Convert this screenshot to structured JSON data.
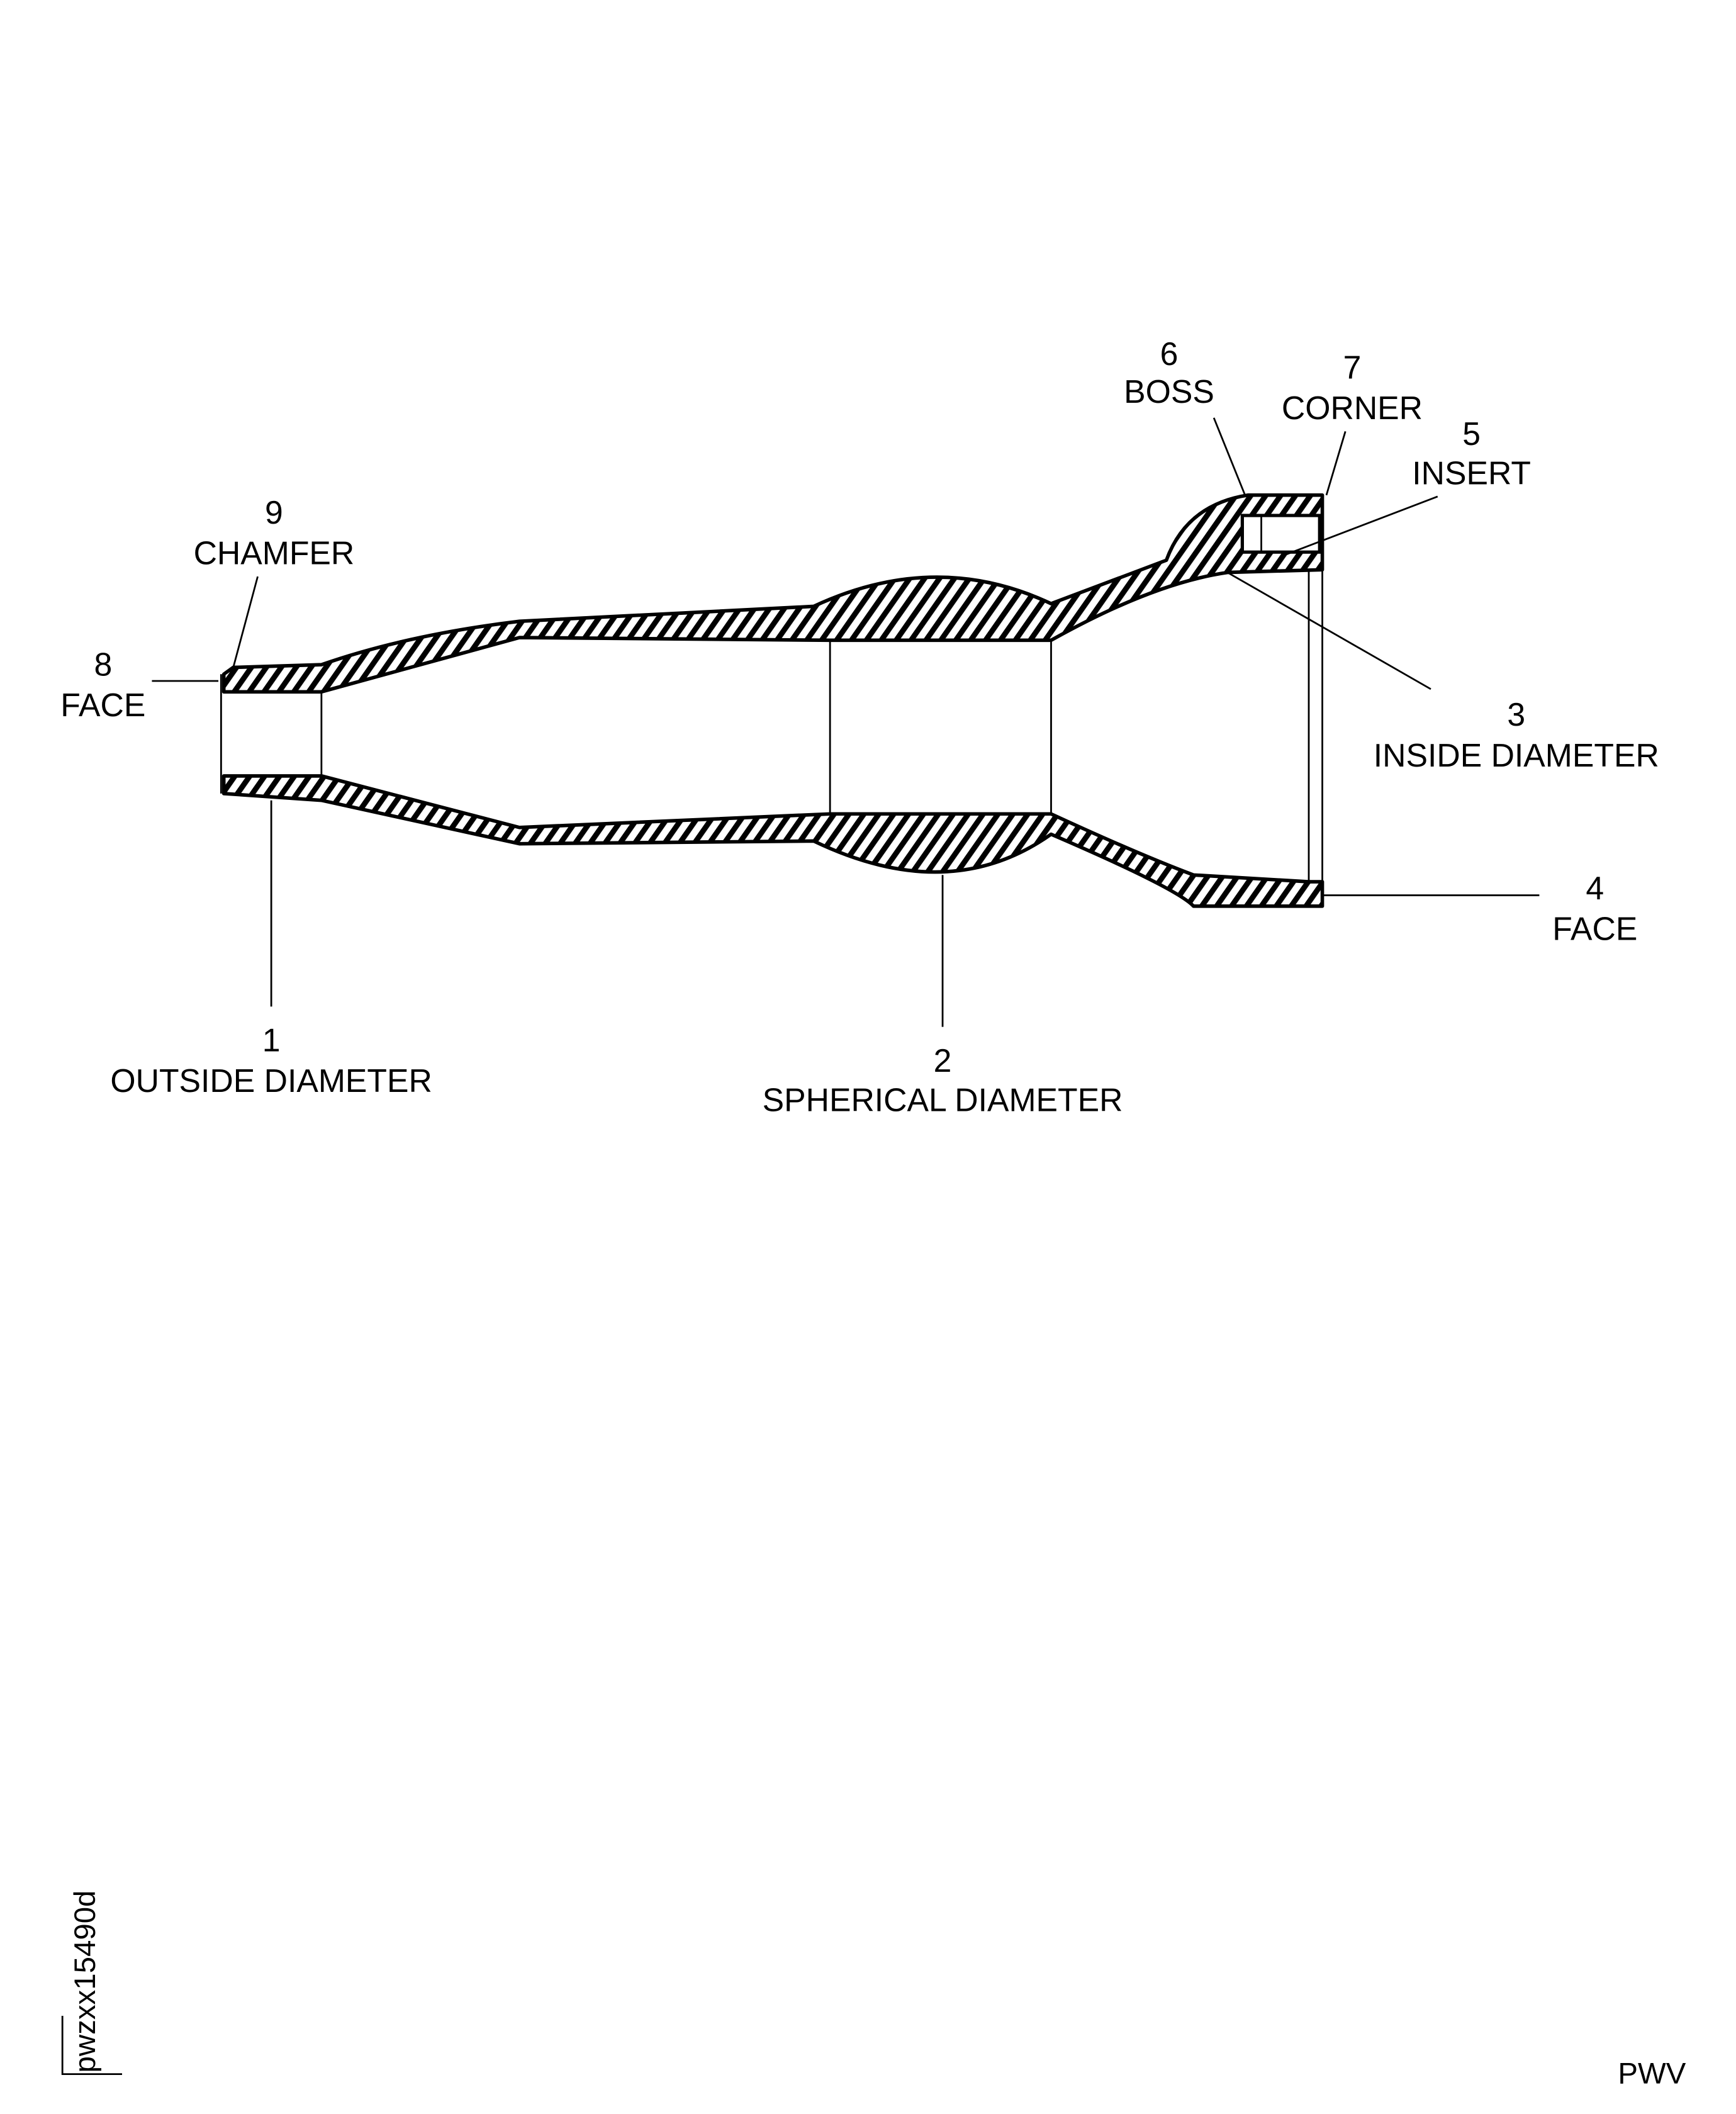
{
  "figure_id": "pwzxx15490d",
  "footer_code": "PWV",
  "callouts": [
    {
      "number": "1",
      "label": "OUTSIDE DIAMETER"
    },
    {
      "number": "2",
      "label": "SPHERICAL DIAMETER"
    },
    {
      "number": "3",
      "label": "INSIDE DIAMETER"
    },
    {
      "number": "4",
      "label": "FACE"
    },
    {
      "number": "5",
      "label": "INSERT"
    },
    {
      "number": "6",
      "label": "BOSS"
    },
    {
      "number": "7",
      "label": "CORNER"
    },
    {
      "number": "8",
      "label": "FACE"
    },
    {
      "number": "9",
      "label": "CHAMFER"
    }
  ]
}
